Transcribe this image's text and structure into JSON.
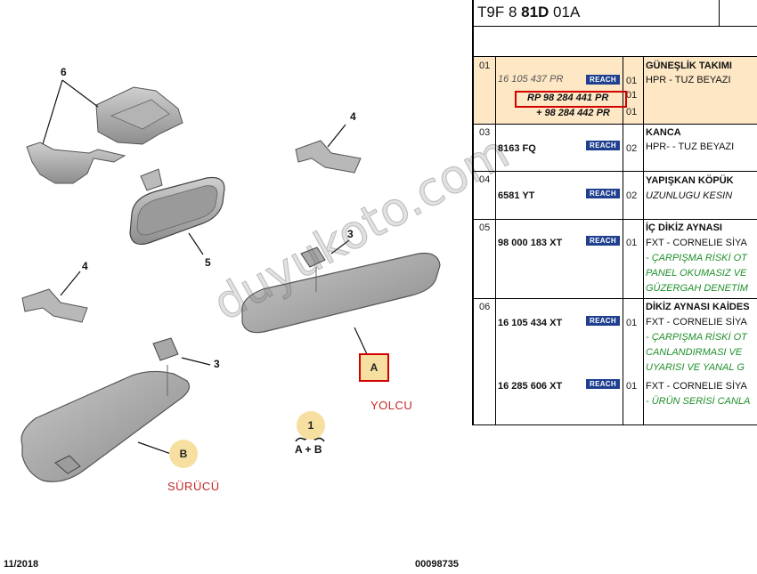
{
  "diagram": {
    "callouts": [
      "6",
      "4",
      "5",
      "3",
      "4",
      "3"
    ],
    "label_a": "A",
    "label_b": "B",
    "label_1": "1",
    "label_1_sub": "A + B",
    "passenger": "YOLCU",
    "driver": "SÜRÜCÜ",
    "date": "11/2018",
    "ref": "00098735",
    "watermark": "duyukoto.com"
  },
  "table": {
    "header_prefix": "T9F 8 ",
    "header_bold": "81D",
    "header_suffix": " 01A",
    "rows": [
      {
        "idx": "01",
        "parts": [
          {
            "pn": "16 105 437 PR",
            "reach": "REACH",
            "qty": "01"
          },
          {
            "pn": "RP 98 284 441 PR",
            "qty": "01"
          },
          {
            "pn": "+ 98 284 442 PR",
            "qty": "01"
          }
        ],
        "title": "GÜNEŞLİK TAKIMI",
        "desc": [
          "HPR - TUZ BEYAZI"
        ]
      },
      {
        "idx": "03",
        "parts": [
          {
            "pn": "8163 FQ",
            "reach": "REACH",
            "qty": "02"
          }
        ],
        "title": "KANCA",
        "desc": [
          "HPR- - TUZ BEYAZI"
        ]
      },
      {
        "idx": "04",
        "parts": [
          {
            "pn": "6581 YT",
            "reach": "REACH",
            "qty": "02"
          }
        ],
        "title": "YAPIŞKAN KÖPÜK",
        "desc": [
          "UZUNLUGU KESIN"
        ]
      },
      {
        "idx": "05",
        "parts": [
          {
            "pn": "98 000 183 XT",
            "reach": "REACH",
            "qty": "01"
          }
        ],
        "title": "İÇ DİKİZ AYNASI",
        "desc": [
          "FXT - CORNELIE SİYA",
          "- ÇARPIŞMA RİSKİ OT",
          "PANEL OKUMASIZ VE",
          "GÜZERGAH DENETİM"
        ]
      },
      {
        "idx": "06",
        "parts": [
          {
            "pn": "16 105 434 XT",
            "reach": "REACH",
            "qty": "01"
          },
          {
            "pn": "16 285 606 XT",
            "reach": "REACH",
            "qty": "01"
          }
        ],
        "title": "DİKİZ AYNASI KAİDES",
        "desc": [
          "FXT - CORNELIE SİYA",
          "- ÇARPIŞMA RİSKİ OT",
          "CANLANDIRMASI VE",
          "UYARISI VE YANAL G",
          "FXT - CORNELIE SİYA",
          "- ÜRÜN SERİSİ CANLA"
        ]
      }
    ]
  },
  "colors": {
    "highlight_row": "#fde7c4",
    "reach_badge": "#1f3f8f",
    "accent_red": "#d40000",
    "green_note": "#1f8f2a"
  }
}
